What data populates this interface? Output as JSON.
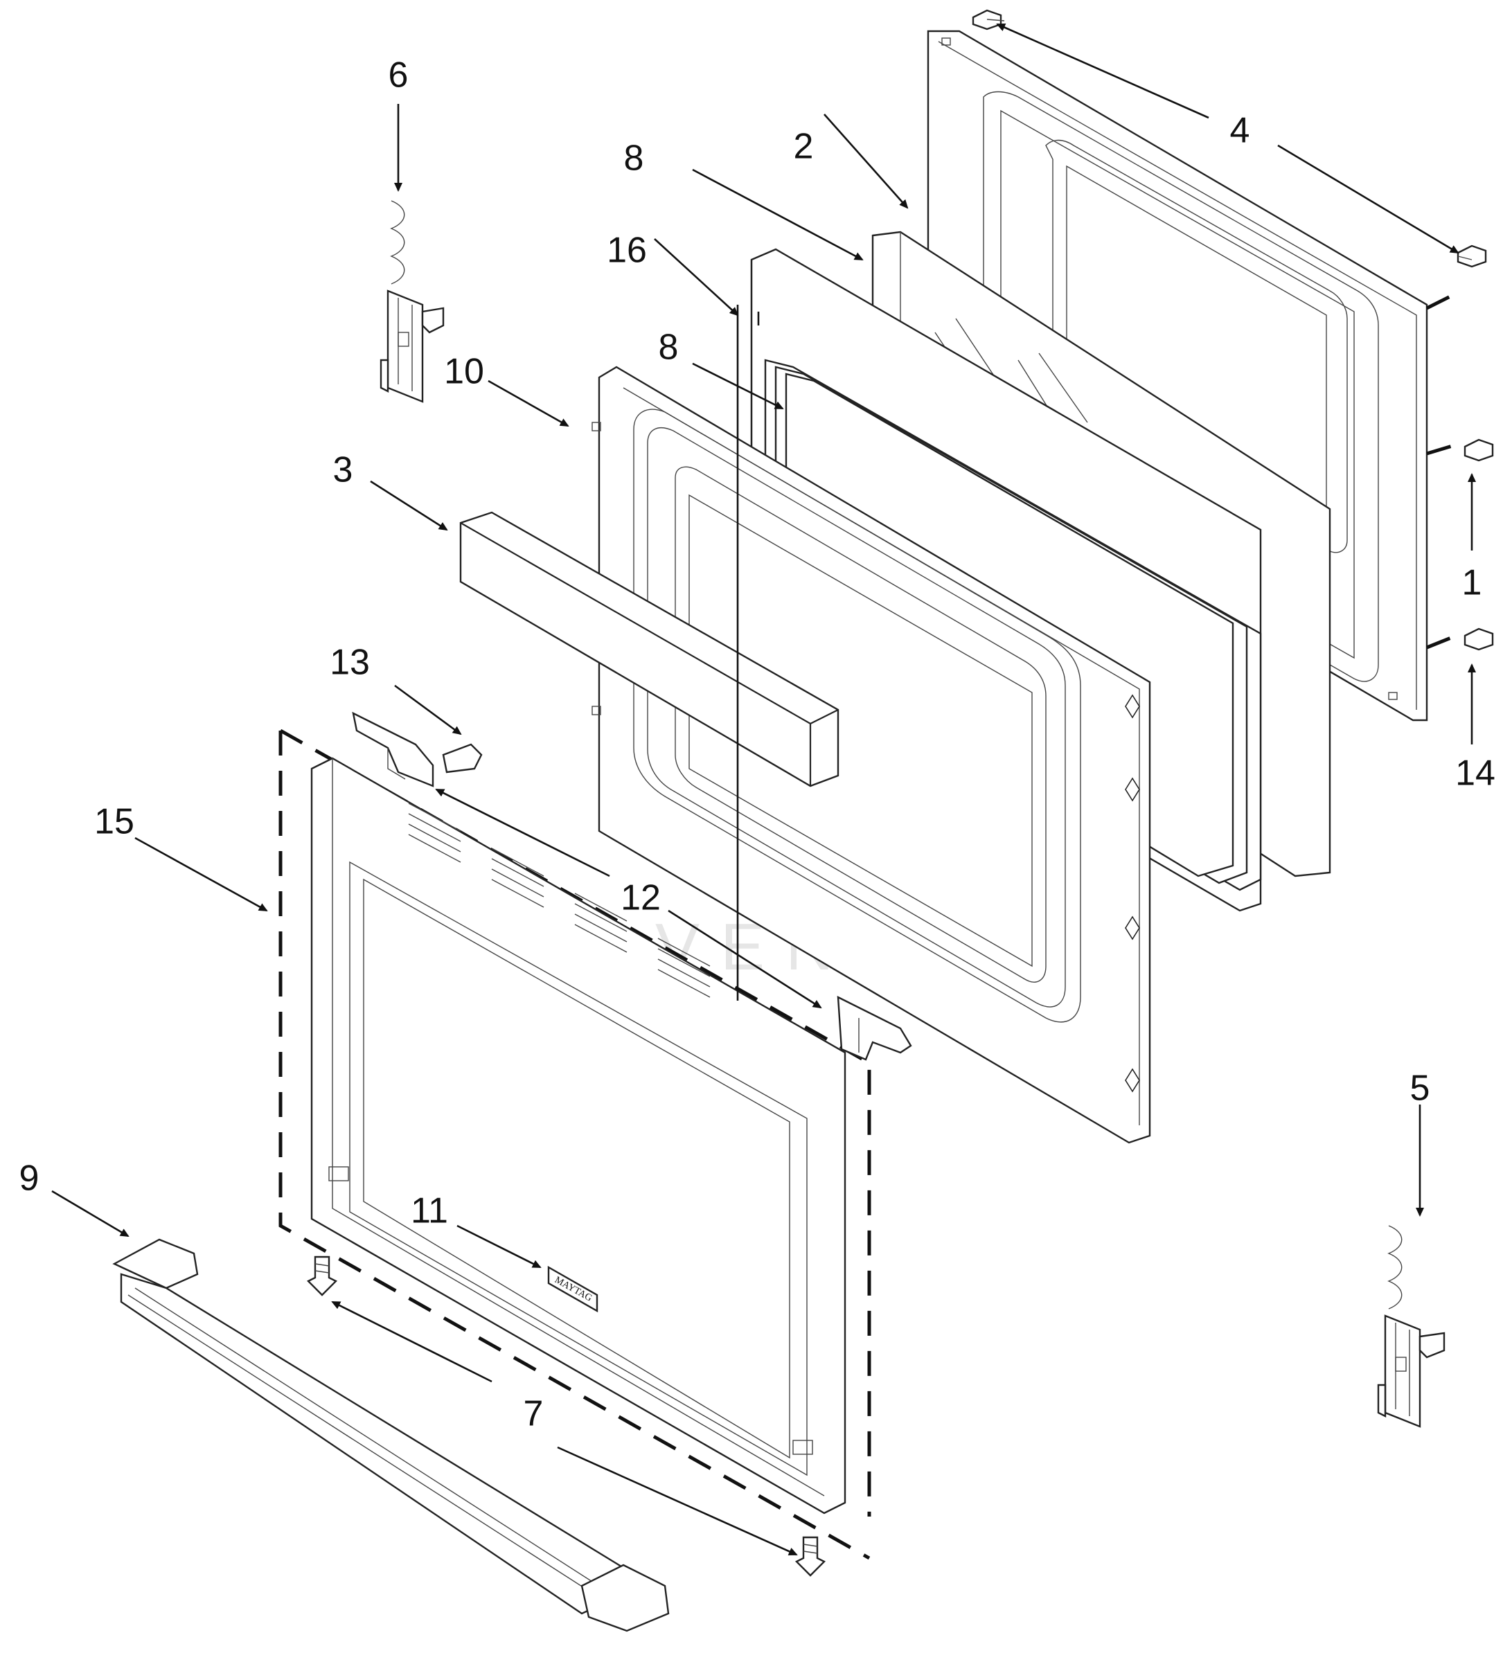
{
  "watermark": {
    "text": "LEEDVENTURE"
  },
  "callouts": {
    "c1": "1",
    "c2": "2",
    "c3": "3",
    "c4": "4",
    "c5": "5",
    "c6": "6",
    "c7": "7",
    "c8a": "8",
    "c8b": "8",
    "c9": "9",
    "c10": "10",
    "c11": "11",
    "c12": "12",
    "c13": "13",
    "c14": "14",
    "c15": "15",
    "c16": "16"
  },
  "nameplate": {
    "text": "MAYTAG"
  },
  "colors": {
    "line": "#222222",
    "background": "#ffffff",
    "watermark": "#e6e6e6"
  }
}
